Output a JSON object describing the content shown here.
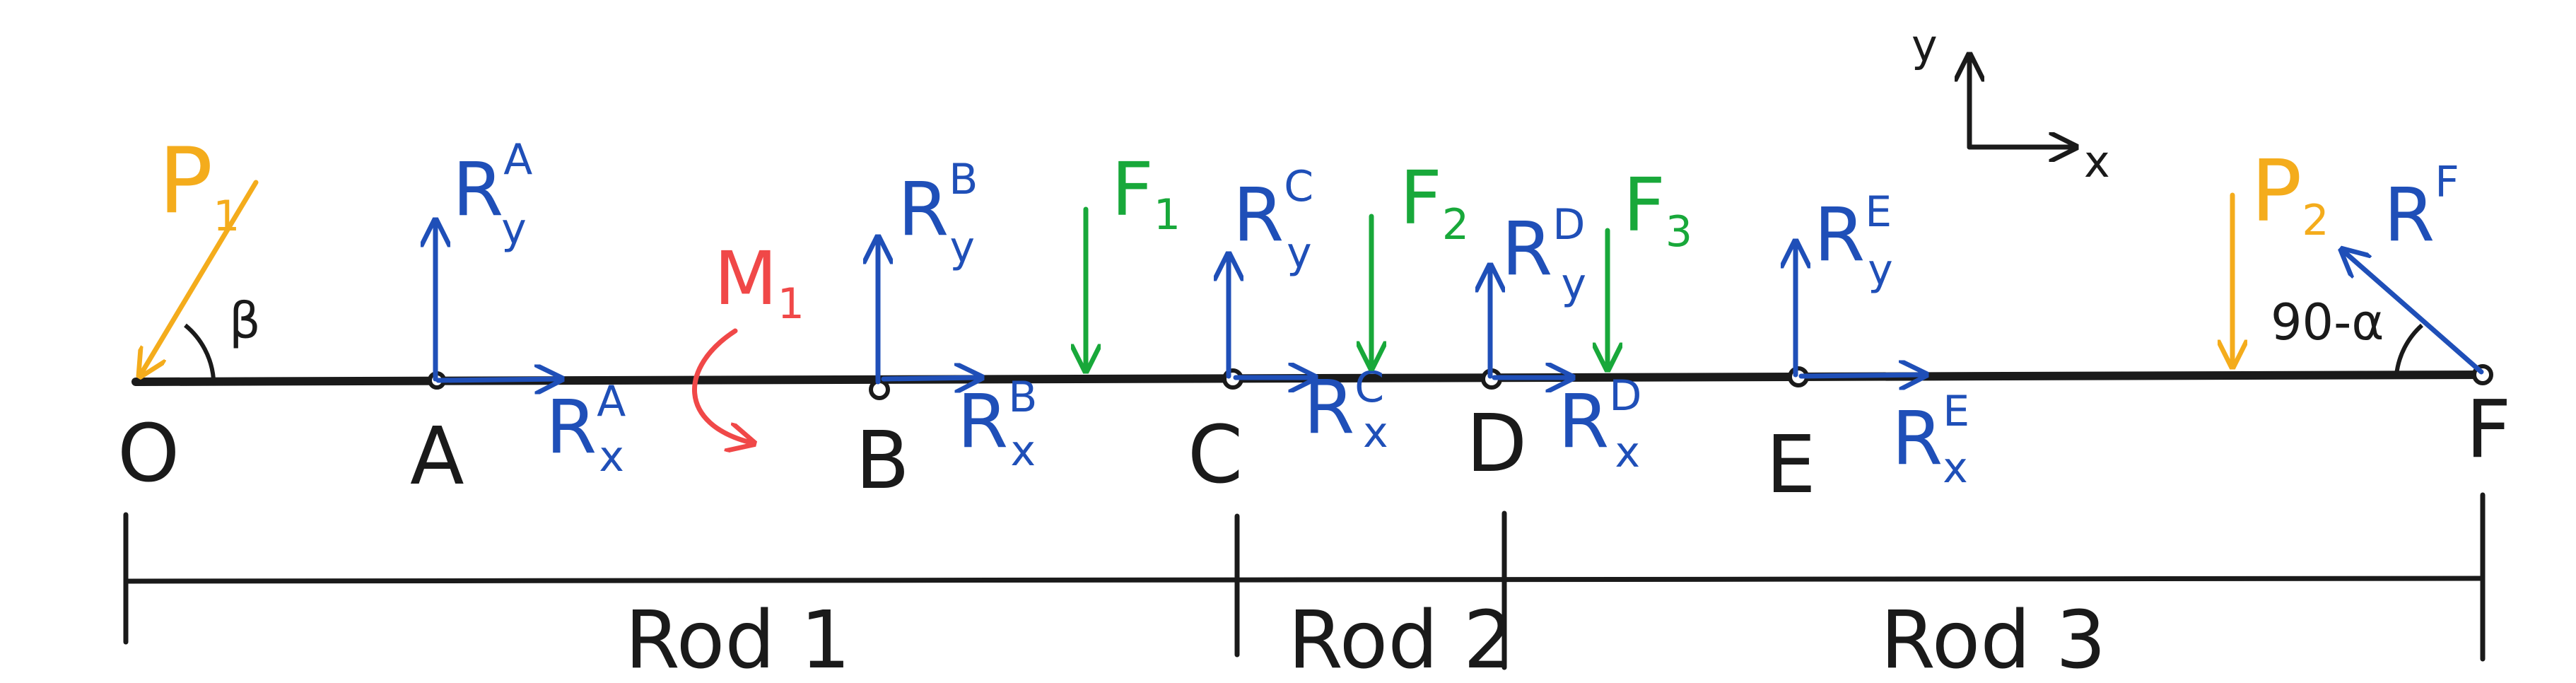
{
  "colors": {
    "beam": "#1a1a1a",
    "reaction": "#1f4fb8",
    "applied_green": "#18a83a",
    "applied_orange": "#f4ac1c",
    "moment": "#f04848",
    "dimension": "#1a1a1a"
  },
  "points": {
    "O": "O",
    "A": "A",
    "B": "B",
    "C": "C",
    "D": "D",
    "E": "E",
    "F": "F"
  },
  "axes": {
    "x": "x",
    "y": "y"
  },
  "loads": {
    "P1": {
      "main": "P",
      "sub": "1"
    },
    "P2": {
      "main": "P",
      "sub": "2"
    },
    "F1": {
      "main": "F",
      "sub": "1"
    },
    "F2": {
      "main": "F",
      "sub": "2"
    },
    "F3": {
      "main": "F",
      "sub": "3"
    },
    "M1": {
      "main": "M",
      "sub": "1"
    }
  },
  "reactions": {
    "RyA": {
      "main": "R",
      "sub": "y",
      "sup": "A"
    },
    "RxA": {
      "main": "R",
      "sub": "x",
      "sup": "A"
    },
    "RyB": {
      "main": "R",
      "sub": "y",
      "sup": "B"
    },
    "RxB": {
      "main": "R",
      "sub": "x",
      "sup": "B"
    },
    "RyC": {
      "main": "R",
      "sub": "y",
      "sup": "C"
    },
    "RxC": {
      "main": "R",
      "sub": "x",
      "sup": "C"
    },
    "RyD": {
      "main": "R",
      "sub": "y",
      "sup": "D"
    },
    "RxD": {
      "main": "R",
      "sub": "x",
      "sup": "D"
    },
    "RyE": {
      "main": "R",
      "sub": "y",
      "sup": "E"
    },
    "RxE": {
      "main": "R",
      "sub": "x",
      "sup": "E"
    },
    "RF": {
      "main": "R",
      "sup": "F"
    }
  },
  "angles": {
    "beta": "β",
    "ninety_minus_alpha": "90-α"
  },
  "rods": {
    "rod1": "Rod 1",
    "rod2": "Rod 2",
    "rod3": "Rod 3"
  }
}
